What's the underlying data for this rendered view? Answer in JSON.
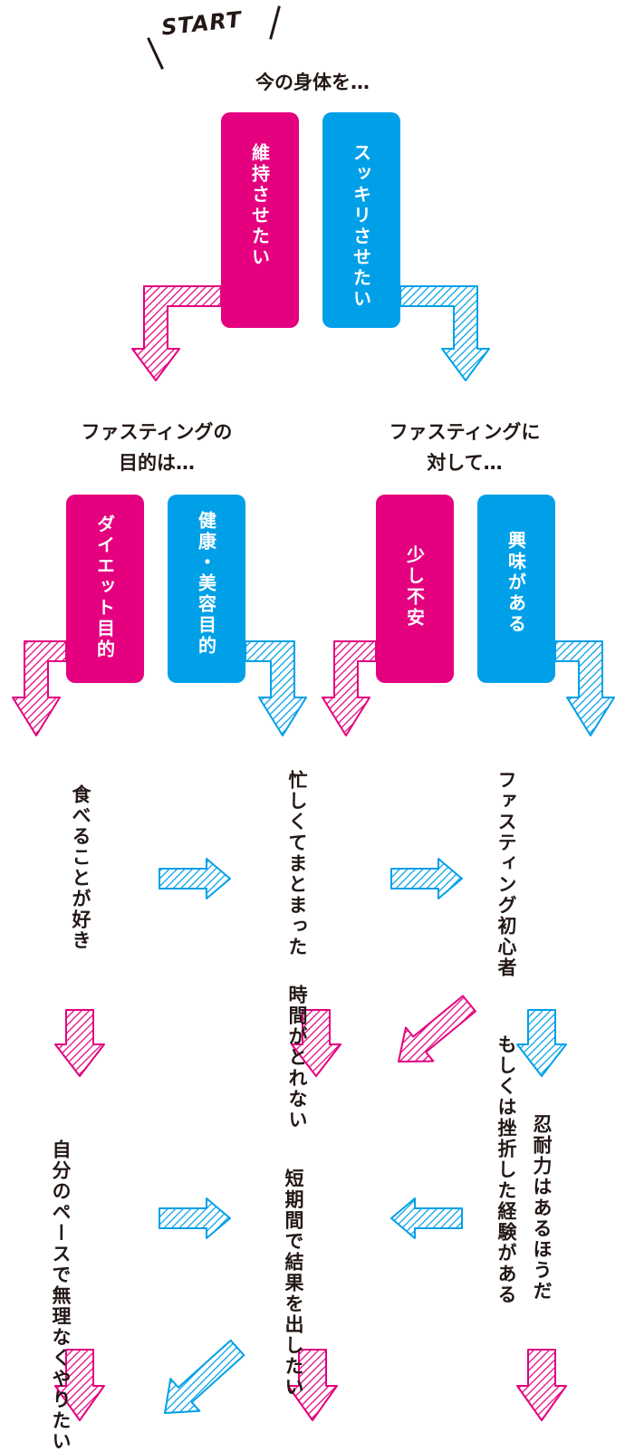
{
  "start_label": "START",
  "question1": "今の身体を…",
  "choice_maintain": "維持させたい",
  "choice_slim": "スッキリさせたい",
  "question2_left_line1": "ファスティングの",
  "question2_left_line2": "目的は…",
  "question2_right_line1": "ファスティングに",
  "question2_right_line2": "対して…",
  "choice_diet": "ダイエット目的",
  "choice_health": "健康・美容目的",
  "choice_anxious": "少し不安",
  "choice_interested": "興味がある",
  "node_likes_food": "食べることが好き",
  "node_busy": [
    "忙しくてまとまった",
    "時間がとれない"
  ],
  "node_beginner": [
    "ファスティング初心者",
    "もしくは",
    "挫折した経験がある"
  ],
  "node_own_pace": [
    "自分のペースで",
    "無理なくやりたい"
  ],
  "node_short_term": [
    "短期間で",
    "結果を出したい"
  ],
  "node_patient": "忍耐力はあるほうだ",
  "colors": {
    "pink": "#e4007f",
    "blue": "#00a0e9",
    "text": "#231815"
  }
}
